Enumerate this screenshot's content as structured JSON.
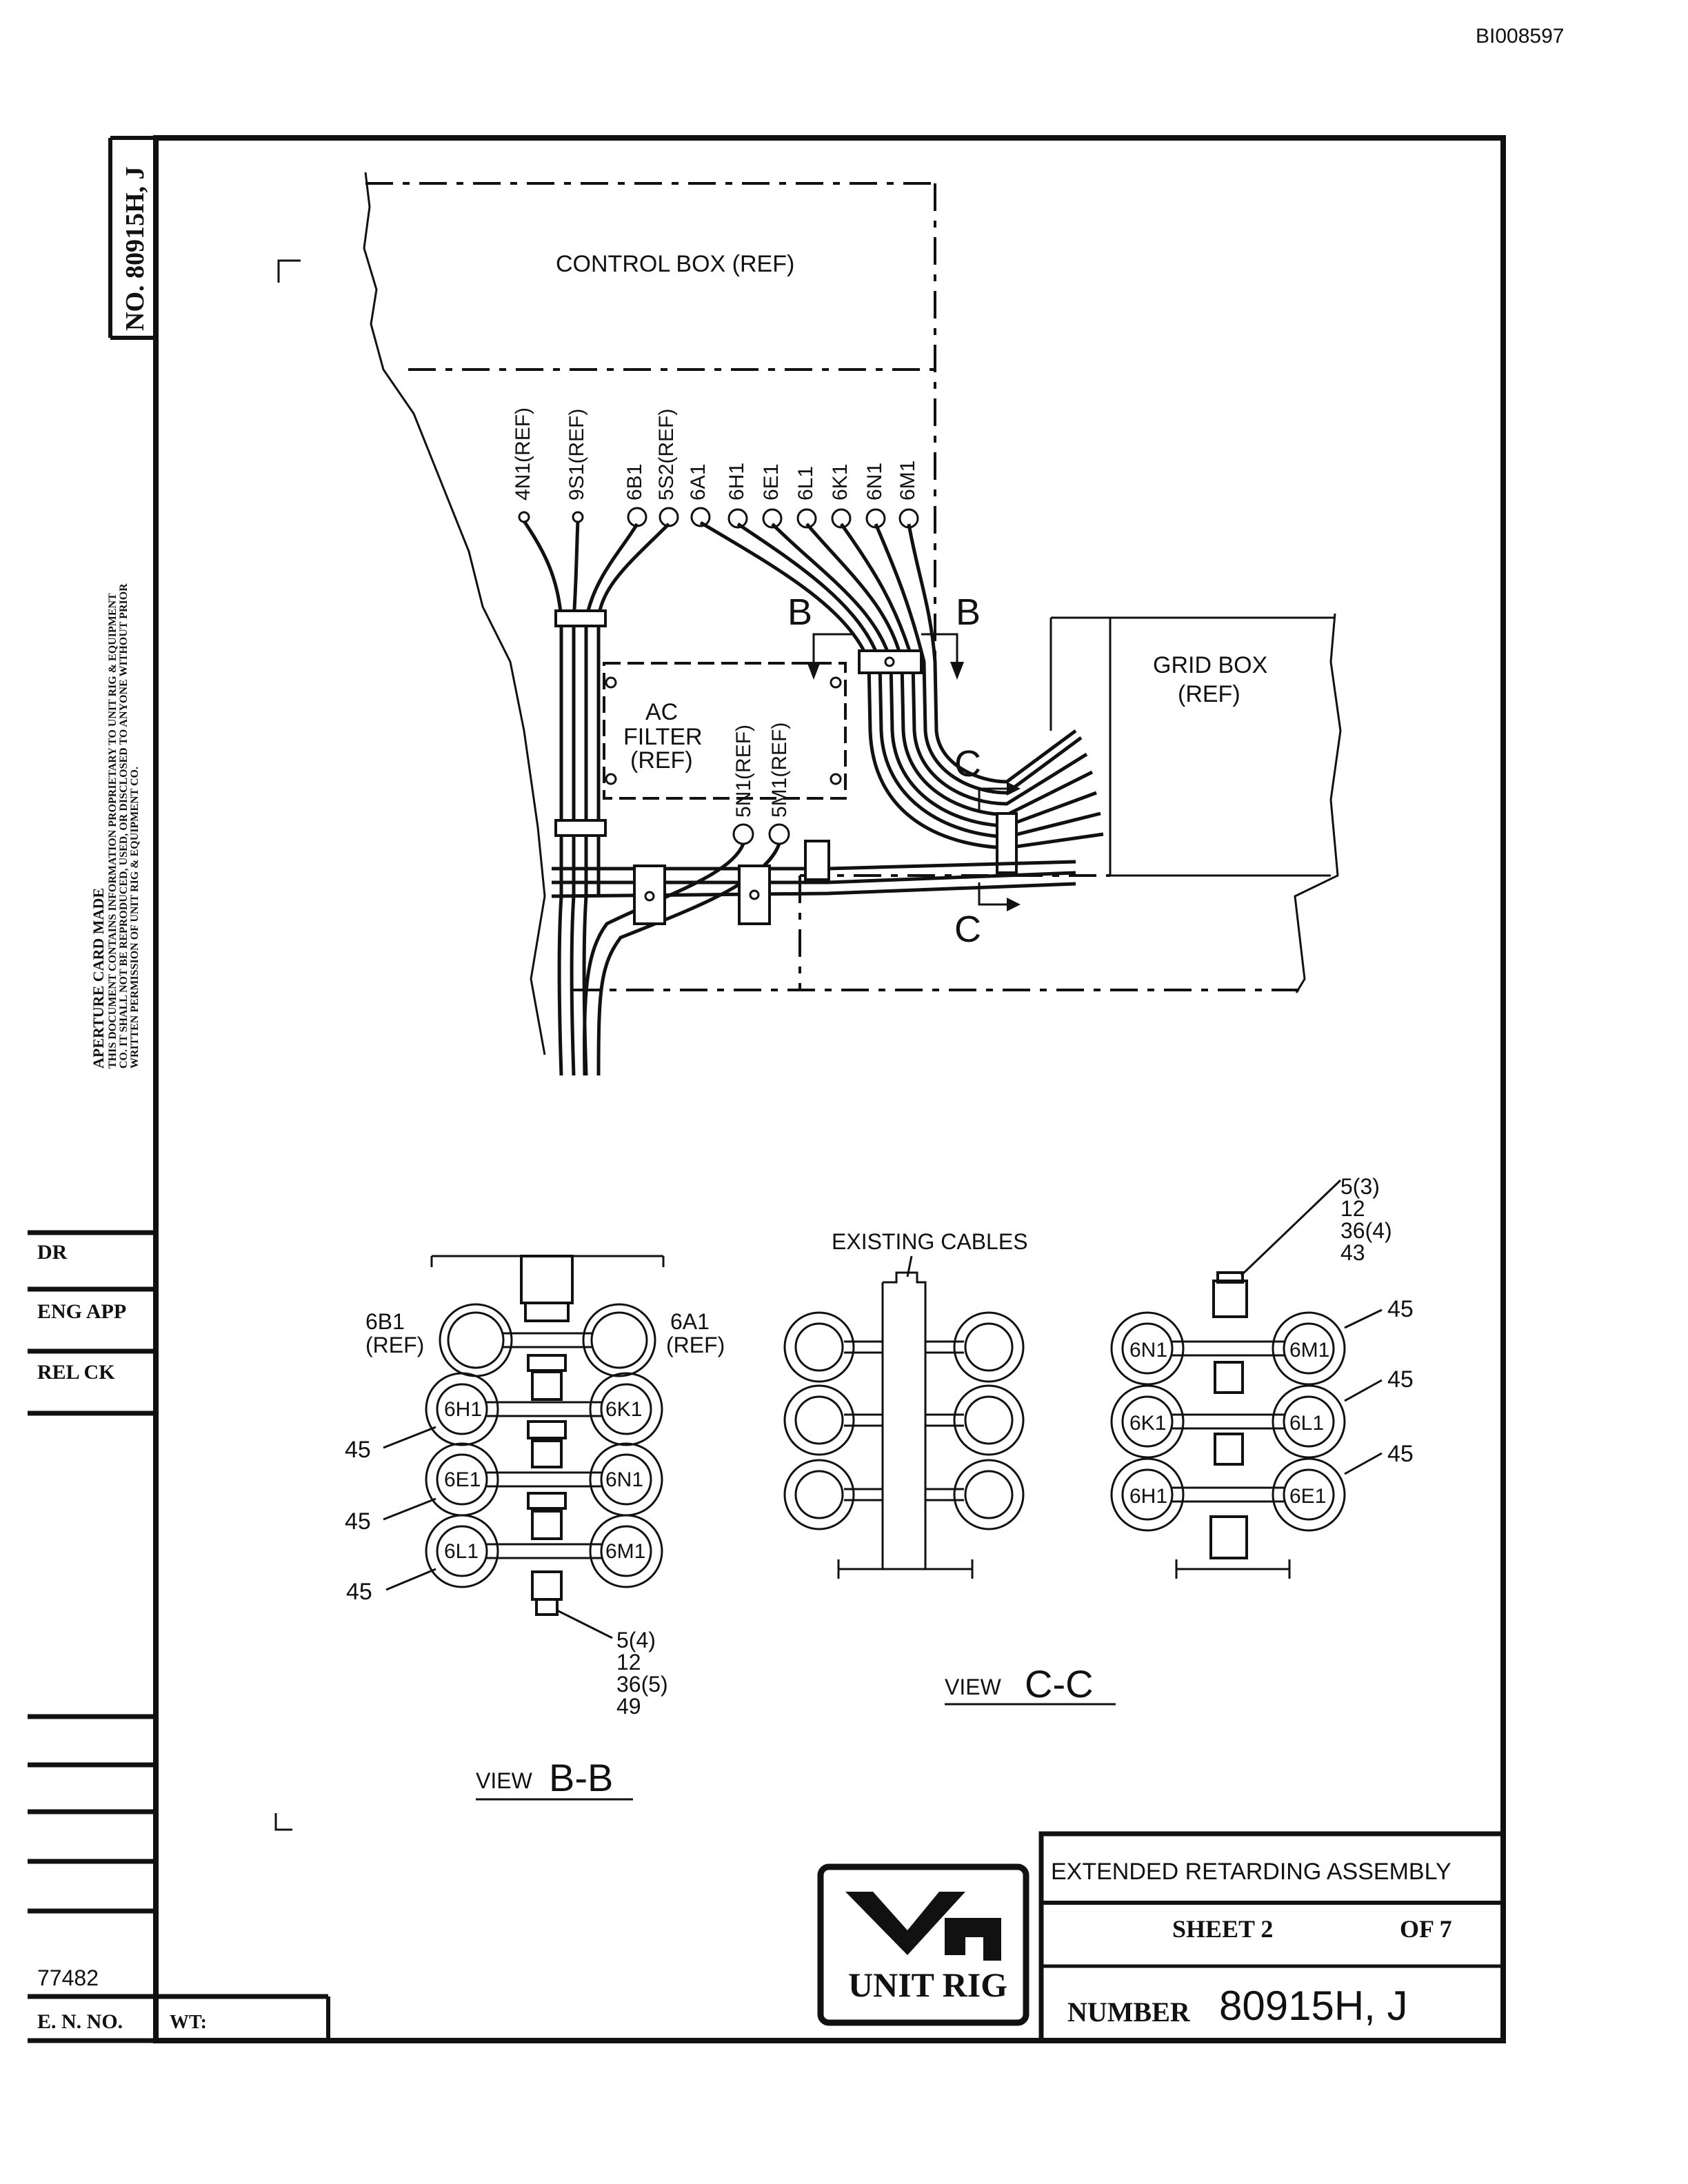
{
  "page": {
    "id_code": "BI008597"
  },
  "sidebar": {
    "drawing_no": "NO. 80915H, J",
    "aperture_title": "APERTURE CARD MADE",
    "proprietary_lines": [
      "THIS DOCUMENT CONTAINS INFORMATION PROPRIETARY TO UNIT RIG & EQUIPMENT",
      "CO. IT SHALL NOT BE REPRODUCED, USED, OR DISCLOSED TO ANYONE WITHOUT PRIOR",
      "WRITTEN PERMISSION OF UNIT RIG & EQUIPMENT CO."
    ],
    "dr_label": "DR",
    "eng_app_label": "ENG APP",
    "rel_ck_label": "REL CK",
    "en_value": "77482",
    "en_label": "E. N. NO.",
    "wt_label": "WT:"
  },
  "main_view": {
    "control_box": "CONTROL  BOX (REF)",
    "grid_box": [
      "GRID  BOX",
      "(REF)"
    ],
    "ac_filter": [
      "AC",
      "FILTER",
      "(REF)"
    ],
    "cables_top": [
      "4N1(REF)",
      "9S1(REF)",
      "6B1",
      "5S2(REF)",
      "6A1",
      "6H1",
      "6E1",
      "6L1",
      "6K1",
      "6N1",
      "6M1"
    ],
    "cables_filter": [
      "5N1(REF)",
      "5M1(REF)"
    ],
    "section_b": "B",
    "section_c": "C"
  },
  "view_bb": {
    "title_word": "VIEW",
    "title_letters": "B-B",
    "left_labels": [
      "6B1",
      "6H1",
      "6E1",
      "6L1"
    ],
    "right_labels": [
      "6A1",
      "6K1",
      "6N1",
      "6M1"
    ],
    "ref": "(REF)",
    "callout": "45",
    "parts": [
      "5(4)",
      "12",
      "36(5)",
      "49"
    ]
  },
  "view_cc": {
    "title_word": "VIEW",
    "title_letters": "C-C",
    "existing_cables": "EXISTING CABLES"
  },
  "view_right": {
    "left_labels": [
      "6N1",
      "6K1",
      "6H1"
    ],
    "right_labels": [
      "6M1",
      "6L1",
      "6E1"
    ],
    "callout": "45",
    "parts": [
      "5(3)",
      "12",
      "36(4)",
      "43"
    ]
  },
  "title_block": {
    "title": "EXTENDED  RETARDING  ASSEMBLY",
    "sheet": "SHEET  2",
    "of": "OF 7",
    "number_label": "NUMBER",
    "number_value": "80915H, J",
    "logo_text": "UNIT RIG"
  }
}
